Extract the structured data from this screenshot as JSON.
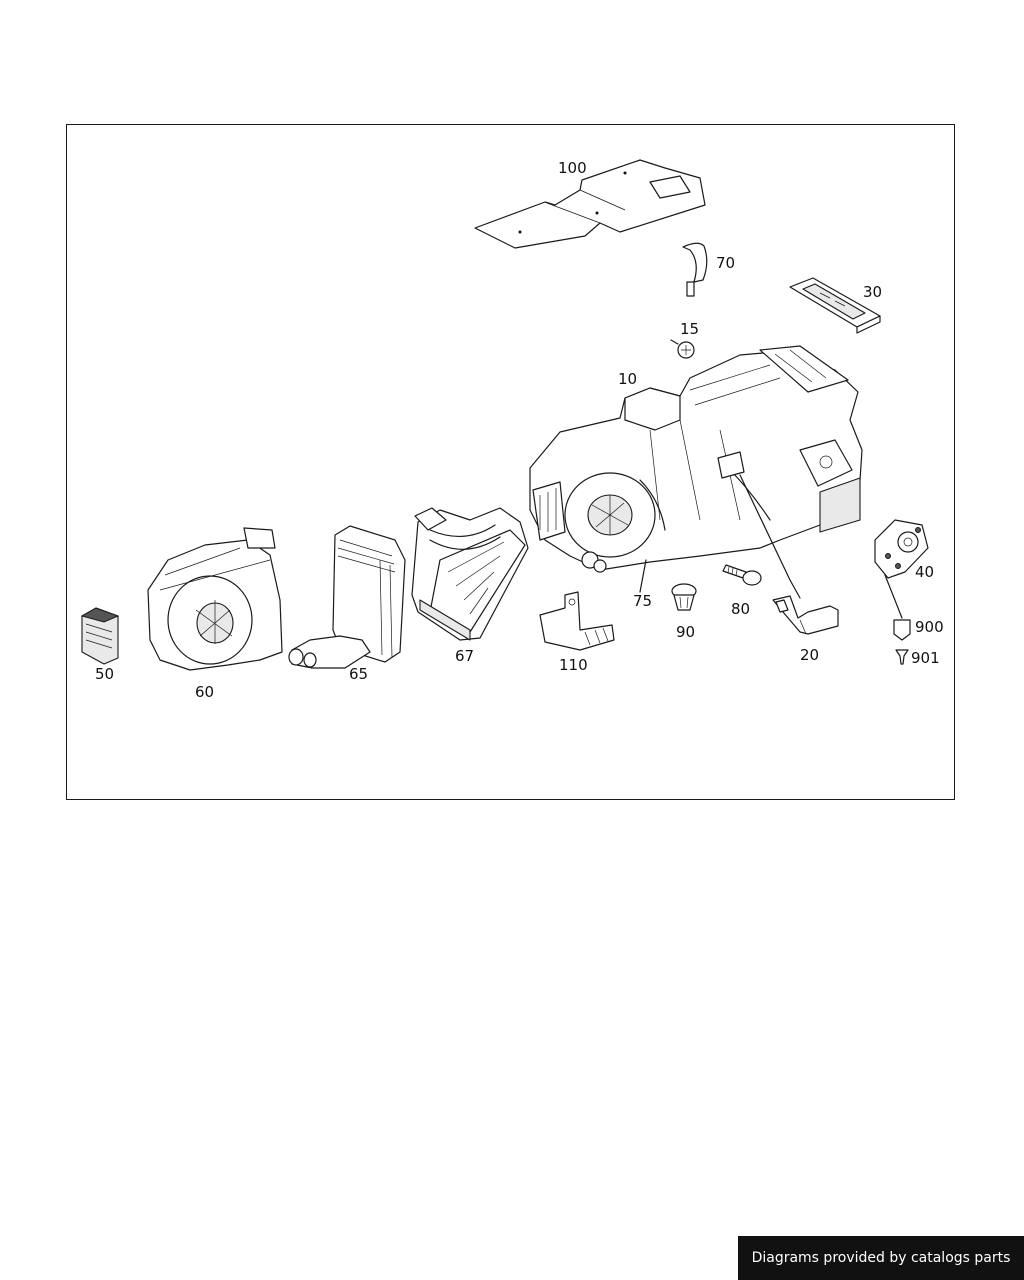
{
  "caption": "Diagrams provided by catalogs parts",
  "part_labels": {
    "p100": "100",
    "p70": "70",
    "p30": "30",
    "p15": "15",
    "p10": "10",
    "p40": "40",
    "p900": "900",
    "p901": "901",
    "p75": "75",
    "p80": "80",
    "p20": "20",
    "p90": "90",
    "p110": "110",
    "p67": "67",
    "p65": "65",
    "p60": "60",
    "p50": "50"
  }
}
